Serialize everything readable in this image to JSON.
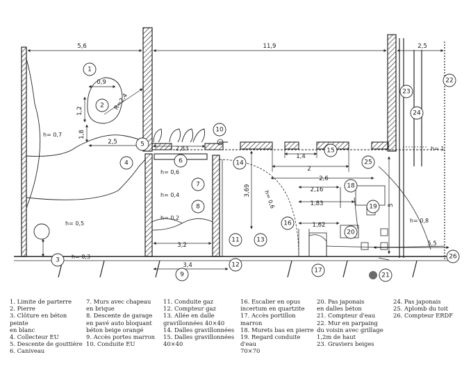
{
  "dimensions": {
    "d_5_6": "5,6",
    "d_11_9": "11,9",
    "d_2_5_top": "2,5",
    "d_0_9": "0,9",
    "d_1_2": "1,2",
    "d_r_2_4": "R=2,4",
    "d_1_8": "1,8",
    "d_2_5_left": "2,5",
    "d_2_83": "2,83",
    "d_1_4": "1,4",
    "d_2": "2",
    "d_2_6": "2,6",
    "d_2_16": "2,16",
    "d_1_83": "1,83",
    "d_1_62": "1,62",
    "d_3_69": "3,69",
    "d_3_2": "3,2",
    "d_3_4": "3,4",
    "d_5_5": "5,5",
    "d_5": "5"
  },
  "heights": {
    "h_0_7": "h= 0,7",
    "h_0_6": "h= 0,6",
    "h_0_4": "h= 0,4",
    "h_0_2": "h= 0,2",
    "h_0_5": "h= 0,5",
    "h_0_3": "h= 0,3",
    "h_1": "h= 1",
    "h_0_8": "h= 0,8",
    "h_0_6_diag": "h= 0,6"
  },
  "markers": {
    "m1": "1",
    "m2": "2",
    "m3": "3",
    "m4": "4",
    "m5": "5",
    "m6": "6",
    "m7": "7",
    "m8": "8",
    "m9": "9",
    "m10": "10",
    "m11": "11",
    "m12": "12",
    "m13": "13",
    "m14": "14",
    "m15": "15",
    "m16": "16",
    "m17": "17",
    "m18": "18",
    "m19": "19",
    "m20": "20",
    "m21": "21",
    "m22": "22",
    "m23": "23",
    "m24": "24",
    "m25": "25",
    "m26": "26"
  },
  "legend": {
    "col1": [
      "1. Limite de parterre",
      "2. Pierre",
      "3. Clôture en béton peinte\nen blanc",
      "4. Collecteur EU",
      "5. Descente de gouttière",
      "6. Caniveau"
    ],
    "col2": [
      "7. Murs avec chapeau\nen brique",
      "8. Descente de garage\nen pavé auto bloquant\nbéton beige orangé",
      "9. Accès portes marron",
      "10. Conduite EU"
    ],
    "col3": [
      "11. Conduite gaz",
      "12. Compteur gaz",
      "13. Allée en dalle\ngravillonnées 40×40",
      "14. Dalles gravillonnées",
      "15. Dalles gravillonnées\n40×40"
    ],
    "col4": [
      "16. Escalier en opus\nincertum en quartzite",
      "17. Accès portillon marron",
      "18. Murets bas en pierre",
      "19. Regard conduite d'eau\n70×70"
    ],
    "col5": [
      "20. Pas japonais\nen dalles béton",
      "21. Compteur d'eau",
      "22. Mur en parpaing\ndu voisin avec grillage\n1,2m de haut",
      "23. Graviers beiges"
    ],
    "col6": [
      "24. Pas japonais",
      "25. Aplomb du toit",
      "26. Compteur ERDF"
    ]
  }
}
